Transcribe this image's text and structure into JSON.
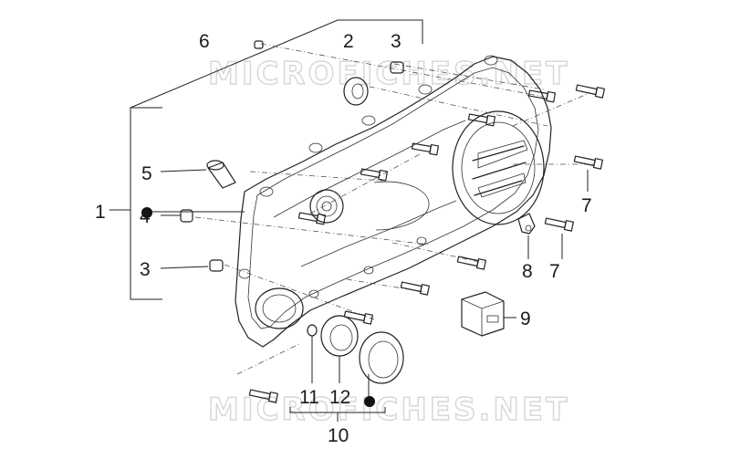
{
  "watermarks": {
    "top": "MICROFICHES.NET",
    "bottom": "MICROFICHES.NET"
  },
  "callouts": {
    "c1": "1",
    "c2": "2",
    "c3a": "3",
    "c3b": "3",
    "c4": "4",
    "c5": "5",
    "c6": "6",
    "c7a": "7",
    "c7b": "7",
    "c8": "8",
    "c9": "9",
    "c10": "10",
    "c11": "11",
    "c12": "12"
  }
}
